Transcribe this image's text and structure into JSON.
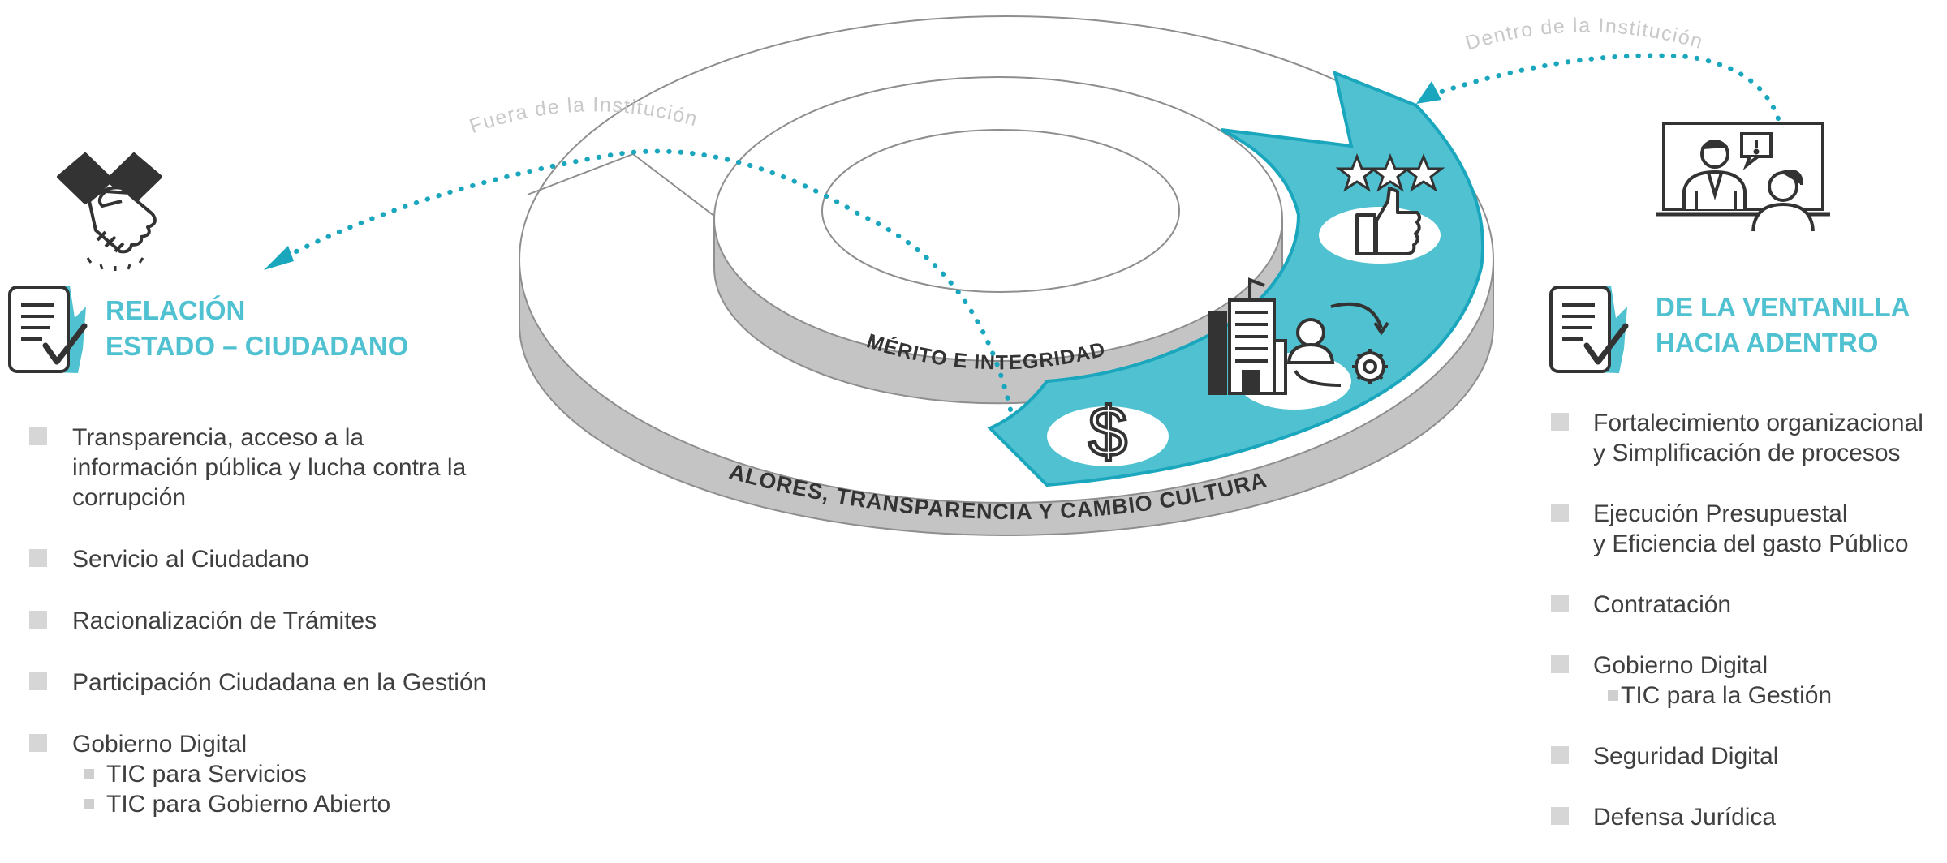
{
  "diagram": {
    "outside_label": "Fuera de la Institución",
    "inside_label": "Dentro de la Institución",
    "inner_ring_label": "MÉRITO E INTEGRIDAD",
    "outer_ring_label": "VALORES, TRANSPARENCIA Y CAMBIO CULTURAL",
    "colors": {
      "accent": "#4fc1d0",
      "accent_dark": "#1aa6bd",
      "ring_side": "#c4c4c4",
      "ring_line": "#8e8e8e",
      "text_dark": "#3f3f3f",
      "bullet": "#d6d6d6",
      "icon": "#333333"
    },
    "icons": [
      "handshake-icon",
      "checklist-icon",
      "people-screen-icon",
      "thumbs-up-icon",
      "star-icon",
      "building-icon",
      "person-gear-icon",
      "dollar-icon"
    ]
  },
  "left": {
    "heading_line1": "RELACIÓN",
    "heading_line2": "ESTADO – CIUDADANO",
    "items": [
      {
        "lines": [
          "Transparencia, acceso a la",
          "información pública y lucha contra la",
          "corrupción"
        ]
      },
      {
        "lines": [
          "Servicio al Ciudadano"
        ]
      },
      {
        "lines": [
          "Racionalización de Trámites"
        ]
      },
      {
        "lines": [
          "Participación Ciudadana en la Gestión"
        ]
      },
      {
        "lines": [
          "Gobierno Digital"
        ],
        "sub": [
          "TIC para Servicios",
          "TIC para Gobierno Abierto"
        ]
      }
    ]
  },
  "right": {
    "heading_line1": "DE LA VENTANILLA",
    "heading_line2": "HACIA ADENTRO",
    "items": [
      {
        "lines": [
          "Fortalecimiento organizacional",
          "y Simplificación de procesos"
        ]
      },
      {
        "lines": [
          "Ejecución Presupuestal",
          "y Eficiencia del gasto Público"
        ]
      },
      {
        "lines": [
          "Contratación"
        ]
      },
      {
        "lines": [
          "Gobierno Digital"
        ],
        "sub": [
          "TIC para la Gestión"
        ]
      },
      {
        "lines": [
          "Seguridad Digital"
        ]
      },
      {
        "lines": [
          "Defensa Jurídica"
        ]
      }
    ]
  }
}
